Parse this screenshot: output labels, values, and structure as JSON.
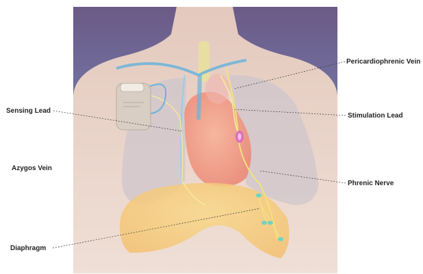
{
  "labels": {
    "pericardiophrenic_vein": "Pericardiophrenic Vein",
    "sensing_lead": "Sensing Lead",
    "stimulation_lead": "Stimulation Lead",
    "azygos_vein": "Azygos Vein",
    "phrenic_nerve": "Phrenic Nerve",
    "diaphragm": "Diaphragm"
  },
  "colors": {
    "background_top": "#6b5a86",
    "background_bottom": "#7fa0d8",
    "body_skin": "#e9d5c8",
    "lung": "#c9c0c6",
    "heart": "#f2a08a",
    "diaphragm": "#f6cf7a",
    "vein_blue": "#6ab3d9",
    "nerve_yellow": "#f3e27a",
    "electrode_pink": "#d86bc0",
    "electrode_teal": "#6fd5c2",
    "device": "#d8cec4"
  },
  "icons": {
    "device": "implanted-stimulator-device-icon"
  }
}
